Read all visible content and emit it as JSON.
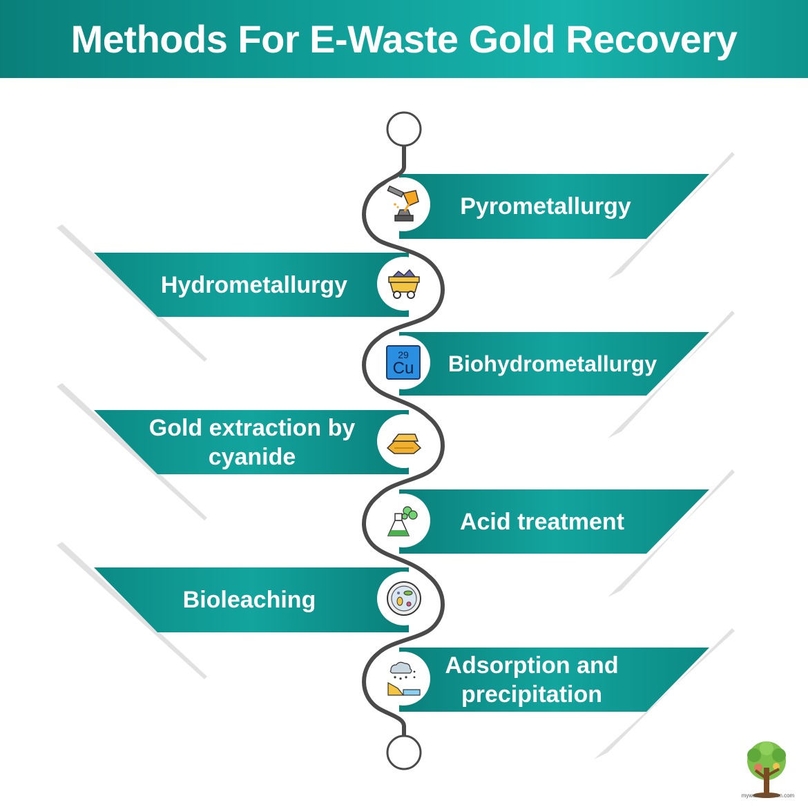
{
  "header": {
    "title": "Methods For E-Waste Gold Recovery"
  },
  "methods": [
    {
      "label": "Pyrometallurgy",
      "icon": "pouring-crucible-icon"
    },
    {
      "label": "Hydrometallurgy",
      "icon": "mine-cart-icon"
    },
    {
      "label": "Biohydrometallurgy",
      "icon": "copper-element-icon",
      "element_number": "29",
      "element_symbol": "Cu"
    },
    {
      "label": "Gold extraction by cyanide",
      "icon": "gold-bars-icon"
    },
    {
      "label": "Acid treatment",
      "icon": "flask-icon"
    },
    {
      "label": "Bioleaching",
      "icon": "petri-dish-icon"
    },
    {
      "label": "Adsorption and precipitation",
      "icon": "rain-landscape-icon"
    }
  ],
  "footer": {
    "logo_text": "mywastesolution.com"
  },
  "colors": {
    "teal_dark": "#0a7f7a",
    "teal": "#11a09a",
    "teal_light": "#1fb8b0",
    "line": "#4a4a4a"
  }
}
